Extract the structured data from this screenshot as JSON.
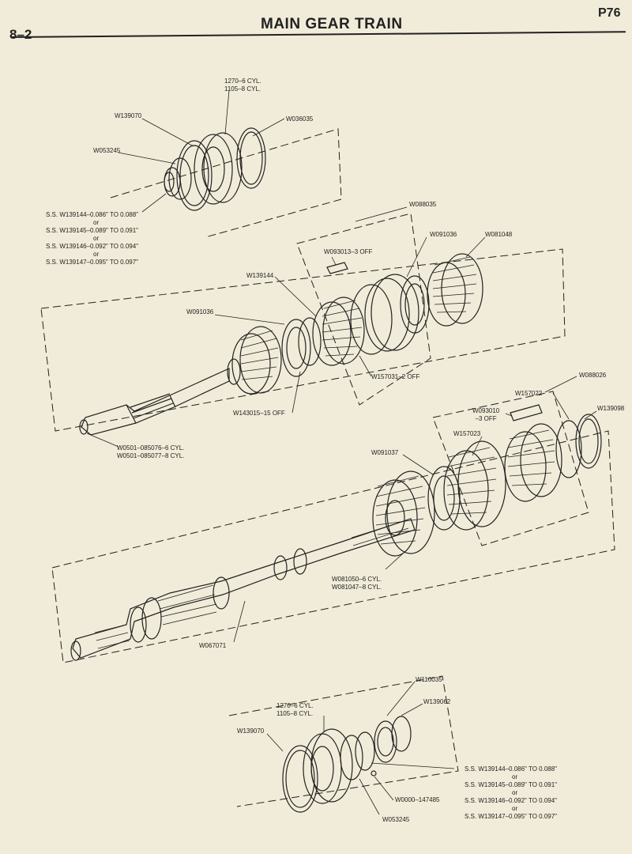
{
  "header": {
    "section": "8–2",
    "title": "MAIN GEAR TRAIN",
    "page_id": "P76"
  },
  "labels": {
    "top_bearing_line1": "1270–6 CYL.",
    "top_bearing_line2": "1105–8 CYL.",
    "w139070_top": "W139070",
    "w036035": "W036035",
    "w053245_top": "W053245",
    "top_ss": [
      "S.S. W139144–0.086\" TO 0.088\"",
      "or",
      "S.S. W139145–0.089\" TO 0.091\"",
      "or",
      "S.S. W139146–0.092\" TO 0.094\"",
      "or",
      "S.S. W139147–0.095\" TO 0.097\""
    ],
    "w088035": "W088035",
    "w093013": "W093013–3 OFF",
    "w091036_a": "W091036",
    "w081048": "W081048",
    "w139144": "W139144",
    "w091036_b": "W091036",
    "w157031": "W157031–2 OFF",
    "w143015": "W143015–15 OFF",
    "w0501_line1": "W0501–085076–6 CYL.",
    "w0501_line2": "W0501–085077–8 CYL.",
    "w088026": "W088026",
    "w157022": "W157022",
    "w139098": "W139098",
    "w093010_line1": "W093010",
    "w093010_line2": "–3 OFF",
    "w157023": "W157023",
    "w091037": "W091037",
    "w081050_line1": "W081050–6 CYL.",
    "w081050_line2": "W081047–8 CYL.",
    "w067071": "W067071",
    "w110035": "W110035",
    "w139062": "W139062",
    "bottom_bearing_line1": "1270–6 CYL.",
    "bottom_bearing_line2": "1105–8 CYL.",
    "w139070_bottom": "W139070",
    "bottom_ss": [
      "S.S. W139144–0.086\" TO 0.088\"",
      "or",
      "S.S. W139145–0.089\" TO 0.091\"",
      "or",
      "S.S. W139146–0.092\" TO 0.094\"",
      "or",
      "S.S. W139147–0.095\" TO 0.097\""
    ],
    "w0000": "W0000–147485",
    "w053245_bottom": "W053245"
  },
  "colors": {
    "paper": "#f1ecd9",
    "ink": "#222222"
  }
}
